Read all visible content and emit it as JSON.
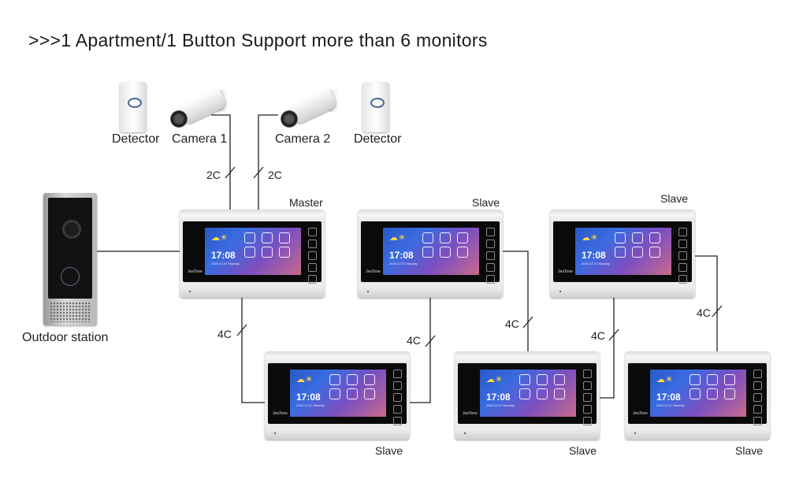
{
  "title": ">>>1 Apartment/1 Button Support more than 6 monitors",
  "devices": {
    "detector_left": "Detector",
    "camera_1": "Camera 1",
    "camera_2": "Camera 2",
    "detector_right": "Detector",
    "outdoor_station": "Outdoor station"
  },
  "wires": {
    "camera_1_wire": "2C",
    "camera_2_wire": "2C",
    "master_to_slave": "4C",
    "slave_top_mid_down": "4C",
    "slave_bottom_mid_link": "4C",
    "slave_mid_to_slave_bottom_mid": "4C",
    "slave_top_right_down": "4C"
  },
  "monitors": {
    "master": "Master",
    "slave_top_mid": "Slave",
    "slave_top_right": "Slave",
    "slave_bottom_left": "Slave",
    "slave_bottom_mid": "Slave",
    "slave_bottom_right": "Slave"
  },
  "screen": {
    "time": "17:08",
    "date": "2020-12-07  Monday",
    "brand": "JeaTone"
  },
  "colors": {
    "wire": "#222222",
    "screen_gradient": [
      "#2a58c8",
      "#7b4fc0",
      "#c86a8a"
    ]
  },
  "icons": [
    "detector-icon",
    "camera-icon",
    "outdoor-station-icon",
    "monitor-icon"
  ]
}
